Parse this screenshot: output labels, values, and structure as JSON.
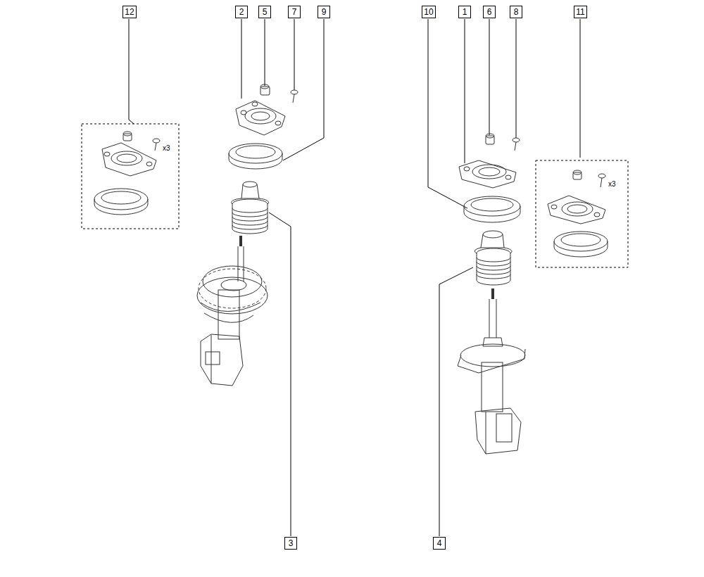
{
  "diagram": {
    "nodes": [
      {
        "text": [
          "12"
        ]
      },
      {
        "text": [
          "2"
        ]
      },
      {
        "text": [
          "5"
        ]
      },
      {
        "text": [
          "7"
        ]
      },
      {
        "text": [
          "9"
        ]
      },
      {
        "text": [
          "10"
        ]
      },
      {
        "text": [
          "1"
        ]
      },
      {
        "text": [
          "6"
        ]
      },
      {
        "text": [
          "8"
        ]
      },
      {
        "text": [
          "11"
        ]
      },
      {
        "text": [
          "3"
        ]
      },
      {
        "text": [
          "4"
        ]
      }
    ],
    "labels": [
      "x3",
      "x3"
    ]
  }
}
